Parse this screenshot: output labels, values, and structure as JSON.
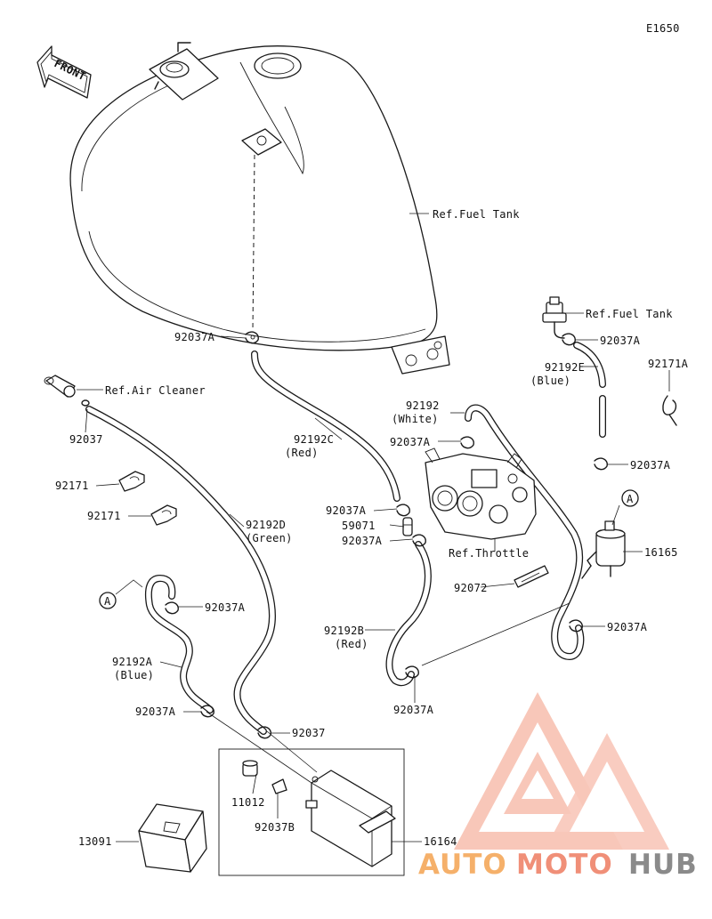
{
  "diagram_code": "E1650",
  "front_label": "FRONT",
  "callouts": {
    "ref_fuel_tank_main": "Ref.Fuel Tank",
    "ref_fuel_tank_valve": "Ref.Fuel Tank",
    "ref_air_cleaner": "Ref.Air Cleaner",
    "ref_throttle": "Ref.Throttle",
    "p92037A_tank": "92037A",
    "p92037A_valve": "92037A",
    "p92192E": "92192E",
    "p92192E_color": "(Blue)",
    "p92171A": "92171A",
    "p92192_white": "92192",
    "p92192_white_color": "(White)",
    "p92037A_throttle": "92037A",
    "p92037_aircleaner": "92037",
    "p92192C": "92192C",
    "p92192C_color": "(Red)",
    "p92037A_right": "92037A",
    "p92171_a": "92171",
    "p92171_b": "92171",
    "p92192D": "92192D",
    "p92192D_color": "(Green)",
    "p92037A_left_c": "92037A",
    "p59071": "59071",
    "p92037A_left_d": "92037A",
    "p16165": "16165",
    "p92037A_bluehose": "92037A",
    "p92072": "92072",
    "p92037A_filter": "92037A",
    "p92192B": "92192B",
    "p92192B_color": "(Red)",
    "p92192A": "92192A",
    "p92192A_color": "(Blue)",
    "p92037A_bottom": "92037A",
    "p92037A_blue_end": "92037A",
    "p92037_canister": "92037",
    "p11012": "11012",
    "p92037B": "92037B",
    "p13091": "13091",
    "p16164": "16164",
    "ref_marker_a1": "A",
    "ref_marker_a2": "A"
  },
  "watermark": {
    "part1": "AUTO",
    "part2": "MOTO",
    "part3": "HUB",
    "color_primary": "#f5b06a",
    "color_secondary": "#f08f78",
    "color_dark": "#8a8a8a"
  }
}
